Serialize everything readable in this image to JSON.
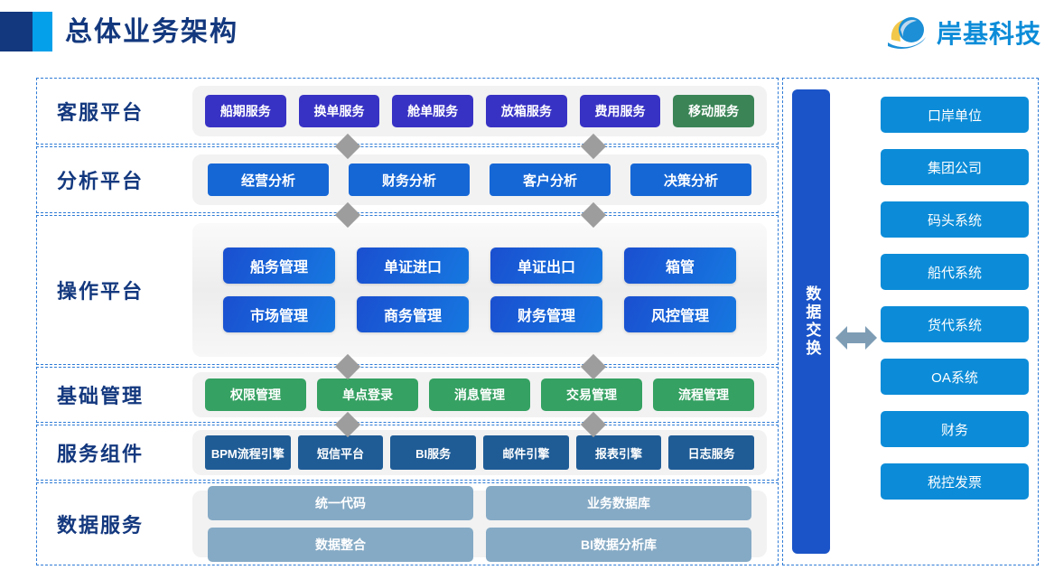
{
  "header": {
    "title": "总体业务架构",
    "logo_text": "岸基科技",
    "logo_icon": "circle-swoosh-logo-icon",
    "accent_dark": "#13387E",
    "accent_light": "#04A0EA"
  },
  "colors": {
    "customer_service": "#3832C4",
    "mobile_service": "#3A8456",
    "analysis": "#1667D6",
    "operation": "#1A4FD0",
    "base_management": "#35A162",
    "service_component": "#1F5C96",
    "data_service": "#85AAC5",
    "exchange_bar": "#1B54C8",
    "external_system": "#0C8CD8",
    "label": "#13387E",
    "border": "#2E7BD6",
    "connector": "#9d9d9d"
  },
  "sections": [
    {
      "label": "客服平台",
      "items": [
        {
          "label": "船期服务",
          "style": "blue"
        },
        {
          "label": "换单服务",
          "style": "blue"
        },
        {
          "label": "舱单服务",
          "style": "blue"
        },
        {
          "label": "放箱服务",
          "style": "blue"
        },
        {
          "label": "费用服务",
          "style": "blue"
        },
        {
          "label": "移动服务",
          "style": "green"
        }
      ]
    },
    {
      "label": "分析平台",
      "items": [
        {
          "label": "经营分析"
        },
        {
          "label": "财务分析"
        },
        {
          "label": "客户分析"
        },
        {
          "label": "决策分析"
        }
      ]
    },
    {
      "label": "操作平台",
      "row1": [
        {
          "label": "船务管理"
        },
        {
          "label": "单证进口"
        },
        {
          "label": "单证出口"
        },
        {
          "label": "箱管"
        }
      ],
      "row2": [
        {
          "label": "市场管理"
        },
        {
          "label": "商务管理"
        },
        {
          "label": "财务管理"
        },
        {
          "label": "风控管理"
        }
      ]
    },
    {
      "label": "基础管理",
      "items": [
        {
          "label": "权限管理"
        },
        {
          "label": "单点登录"
        },
        {
          "label": "消息管理"
        },
        {
          "label": "交易管理"
        },
        {
          "label": "流程管理"
        }
      ]
    },
    {
      "label": "服务组件",
      "items": [
        {
          "label": "BPM流程引擎"
        },
        {
          "label": "短信平台"
        },
        {
          "label": "BI服务"
        },
        {
          "label": "邮件引擎"
        },
        {
          "label": "报表引擎"
        },
        {
          "label": "日志服务"
        }
      ]
    },
    {
      "label": "数据服务",
      "row1": [
        {
          "label": "统一代码"
        },
        {
          "label": "业务数据库"
        }
      ],
      "row2": [
        {
          "label": "数据整合"
        },
        {
          "label": "BI数据分析库"
        }
      ]
    }
  ],
  "exchange": {
    "label": "数据交换",
    "arrow_icon": "double-headed-arrow-icon"
  },
  "external_systems": [
    {
      "label": "口岸单位"
    },
    {
      "label": "集团公司"
    },
    {
      "label": "码头系统"
    },
    {
      "label": "船代系统"
    },
    {
      "label": "货代系统"
    },
    {
      "label": "OA系统"
    },
    {
      "label": "财务"
    },
    {
      "label": "税控发票"
    }
  ]
}
